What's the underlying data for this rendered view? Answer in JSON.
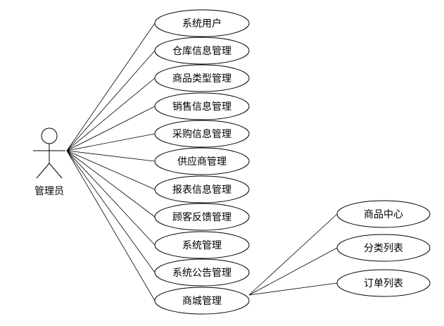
{
  "actor": {
    "name": "管理员"
  },
  "use_cases": [
    {
      "id": "uc-system-users",
      "label": "系统用户"
    },
    {
      "id": "uc-warehouse-info-management",
      "label": "仓库信息管理"
    },
    {
      "id": "uc-product-type-management",
      "label": "商品类型管理"
    },
    {
      "id": "uc-sales-info-management",
      "label": "销售信息管理"
    },
    {
      "id": "uc-purchase-info-management",
      "label": "采购信息管理"
    },
    {
      "id": "uc-supplier-management",
      "label": "供应商管理"
    },
    {
      "id": "uc-report-info-management",
      "label": "报表信息管理"
    },
    {
      "id": "uc-customer-feedback-management",
      "label": "顾客反馈管理"
    },
    {
      "id": "uc-system-management",
      "label": "系统管理"
    },
    {
      "id": "uc-system-announcement-management",
      "label": "系统公告管理"
    },
    {
      "id": "uc-mall-management",
      "label": "商城管理"
    }
  ],
  "sub_use_cases": [
    {
      "id": "uc-product-center",
      "label": "商品中心"
    },
    {
      "id": "uc-category-list",
      "label": "分类列表"
    },
    {
      "id": "uc-order-list",
      "label": "订单列表"
    }
  ]
}
